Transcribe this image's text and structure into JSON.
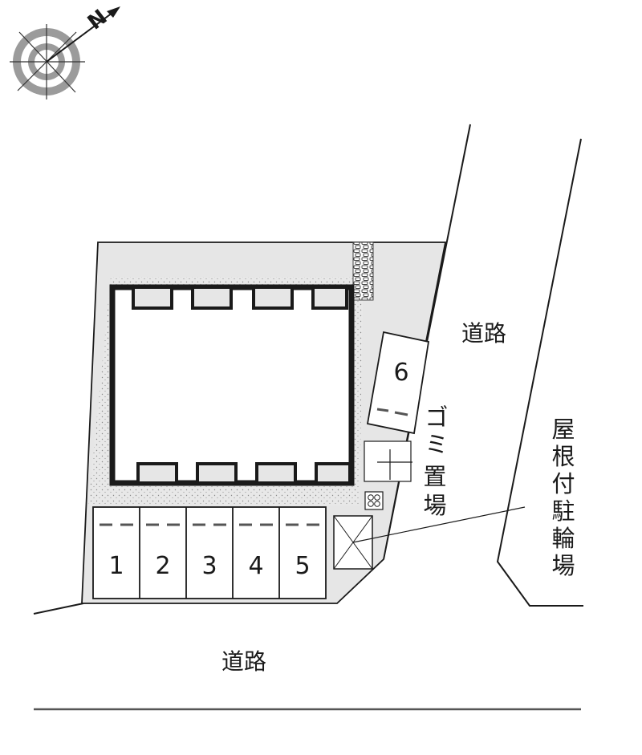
{
  "compass": {
    "label": "N",
    "icon": "north-arrow-icon"
  },
  "roads": {
    "east_label": "道路",
    "south_label": "道路"
  },
  "parking_slots": [
    "1",
    "2",
    "3",
    "4",
    "5",
    "6"
  ],
  "facilities": {
    "garbage": [
      "ゴ",
      "ミ",
      "置",
      "場"
    ],
    "bicycle": [
      "屋",
      "根",
      "付",
      "駐",
      "輪",
      "場"
    ]
  },
  "colors": {
    "line": "#1a1a1a",
    "lot_fill": "#e6e6e6",
    "building_fill": "#ffffff"
  }
}
